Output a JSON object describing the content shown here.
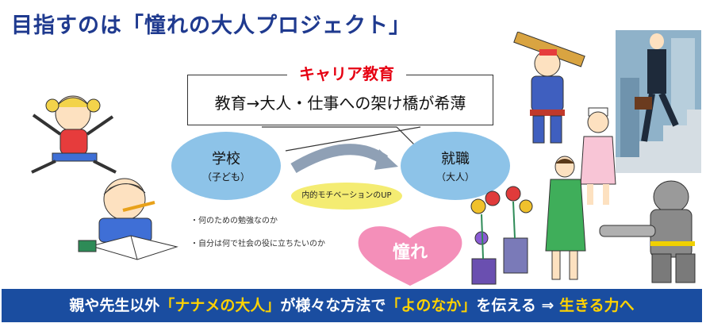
{
  "title": "目指すのは「憧れの大人プロジェクト」",
  "career_label": "キャリア教育",
  "bridge_text": "教育→大人・仕事への架け橋が希薄",
  "school": {
    "main": "学校",
    "sub": "（子ども）"
  },
  "job": {
    "main": "就職",
    "sub": "（大人）"
  },
  "motivation": "内的モチベーションのUP",
  "bullets": [
    "・何のための勉強なのか",
    "・自分は何で社会の役に立ちたいのか"
  ],
  "heart_text": "憧れ",
  "banner": {
    "part1": "親や先生以外",
    "part2": "「ナナメの大人」",
    "part3": "が様々な方法で",
    "part4": "「よのなか」",
    "part5": "を伝える ⇒ ",
    "part6": "生きる力へ"
  },
  "colors": {
    "title": "#1f3a8f",
    "career": "#e60012",
    "ellipse": "#8dc3e8",
    "motivation": "#f4ec72",
    "heart": "#f48fb9",
    "banner": "#1a4da0",
    "highlight": "#ffd200"
  }
}
